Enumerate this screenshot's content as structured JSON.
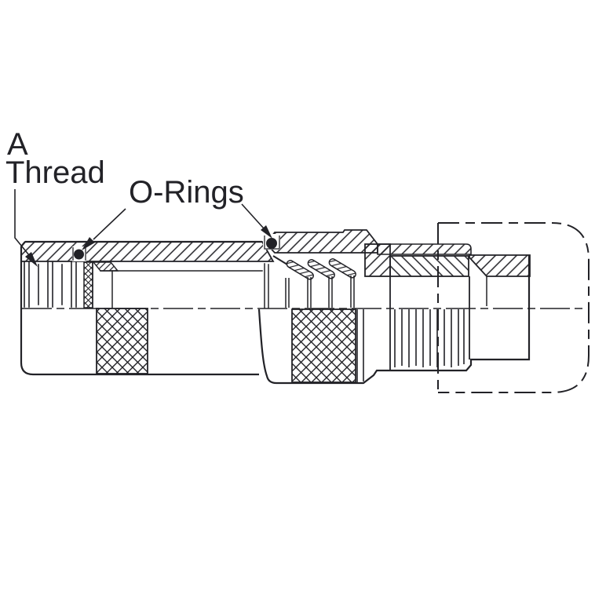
{
  "colors": {
    "ink": "#222227",
    "background": "#ffffff"
  },
  "callouts": {
    "thread": {
      "line1": "A",
      "line2": "Thread"
    },
    "orings": {
      "label": "O-Rings"
    }
  }
}
